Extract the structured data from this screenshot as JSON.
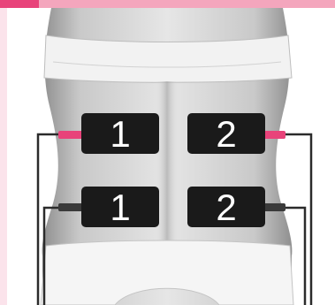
{
  "colors": {
    "accent": "#e8437a",
    "accent_light": "#f4a6bd",
    "strip": "#fbe3eb",
    "pad": "#1a1a1a",
    "cable": "#2b2b2b",
    "connector_positive": "#e8437a",
    "connector_negative": "#3a3a3a"
  },
  "pads": [
    {
      "channel_label": "1",
      "channel": 1,
      "polarity": "positive",
      "side": "left"
    },
    {
      "channel_label": "2",
      "channel": 2,
      "polarity": "positive",
      "side": "right"
    },
    {
      "channel_label": "1",
      "channel": 1,
      "polarity": "negative",
      "side": "left"
    },
    {
      "channel_label": "2",
      "channel": 2,
      "polarity": "negative",
      "side": "right"
    }
  ]
}
